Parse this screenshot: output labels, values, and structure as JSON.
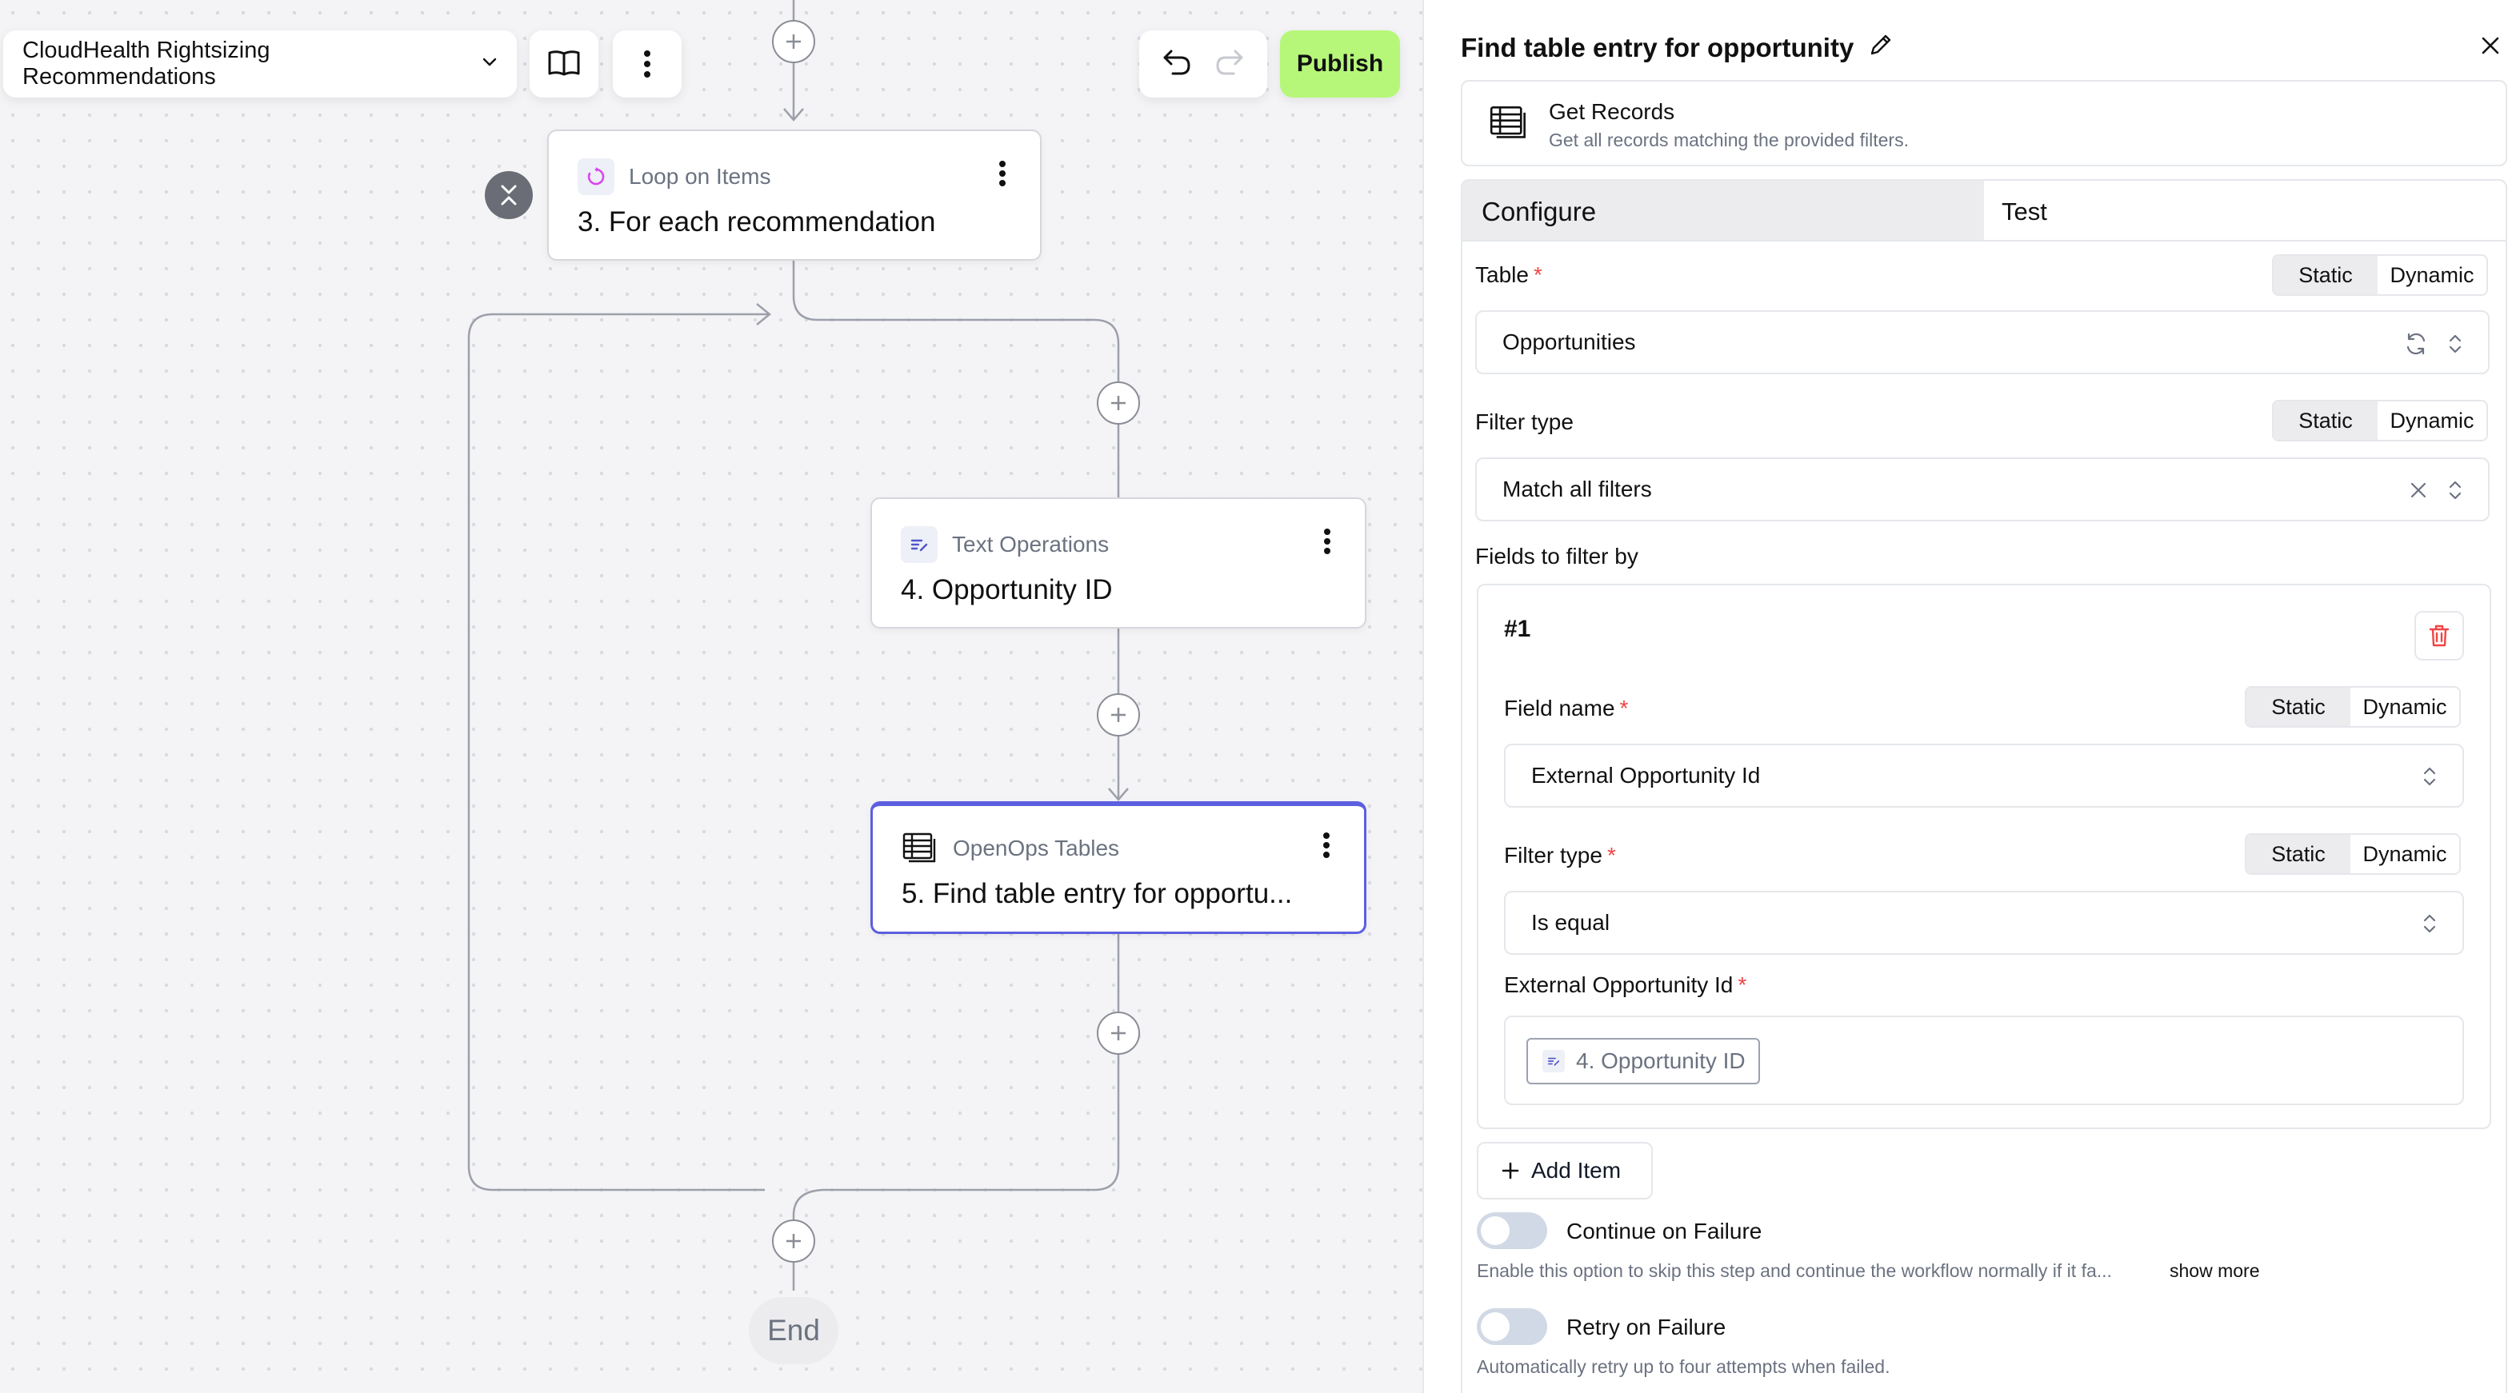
{
  "toolbar": {
    "flow_title": "CloudHealth Rightsizing Recommendations",
    "publish_label": "Publish"
  },
  "canvas": {
    "steps": [
      {
        "app": "Loop on Items",
        "title": "3. For each recommendation"
      },
      {
        "app": "Text Operations",
        "title": "4. Opportunity ID"
      },
      {
        "app": "OpenOps Tables",
        "title": "5. Find table entry for opportu..."
      }
    ],
    "end_label": "End"
  },
  "panel": {
    "title": "Find table entry for opportunity",
    "action_name": "Get Records",
    "action_description": "Get all records matching the provided filters.",
    "tabs": {
      "configure": "Configure",
      "test": "Test"
    },
    "toggle": {
      "static": "Static",
      "dynamic": "Dynamic"
    },
    "table": {
      "label": "Table",
      "value": "Opportunities"
    },
    "filter_type": {
      "label": "Filter type",
      "value": "Match all filters"
    },
    "fields_to_filter": {
      "label": "Fields to filter by",
      "item_number": "#1",
      "field_name_label": "Field name",
      "field_name_value": "External Opportunity Id",
      "filter_type_label": "Filter type",
      "filter_type_value": "Is equal",
      "value_label": "External Opportunity Id",
      "value_token": "4. Opportunity ID"
    },
    "add_item_label": "Add Item",
    "continue_on_failure": {
      "label": "Continue on Failure",
      "hint": "Enable this option to skip this step and continue the workflow normally if it fa...",
      "show_more": "show more"
    },
    "retry_on_failure": {
      "label": "Retry on Failure",
      "hint": "Automatically retry up to four attempts when failed."
    }
  }
}
